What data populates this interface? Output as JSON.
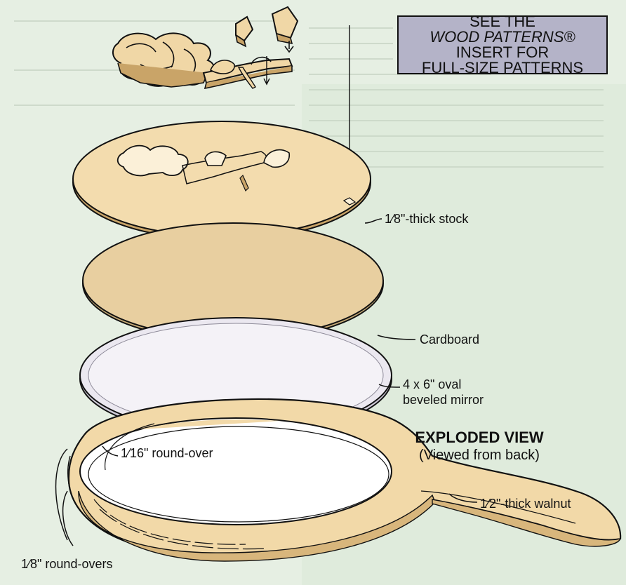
{
  "callout": {
    "line1": "SEE THE",
    "line2": "WOOD PATTERNS®",
    "line3": "INSERT FOR",
    "line4": "FULL-SIZE PATTERNS"
  },
  "view_title": {
    "title": "EXPLODED VIEW",
    "subtitle": "(Viewed from back)"
  },
  "parts": [
    {
      "label": "1⁄8\"-thick stock"
    },
    {
      "label": "Cardboard"
    },
    {
      "label": "4 x 6\" oval"
    },
    {
      "label": "beveled mirror"
    },
    {
      "label": "1⁄16\" round-over"
    },
    {
      "label": "1⁄2\"-thick walnut"
    },
    {
      "label": "1⁄8\" round-overs"
    }
  ],
  "colors": {
    "background_tint": "#d9e8d6",
    "wood": "#f2d9a8",
    "wood_light": "#f8e8c6",
    "cardboard": "#e8cfa0",
    "mirror": "#e9e6ee",
    "outline": "#111111",
    "callout_fill": "#b4b3c8"
  }
}
